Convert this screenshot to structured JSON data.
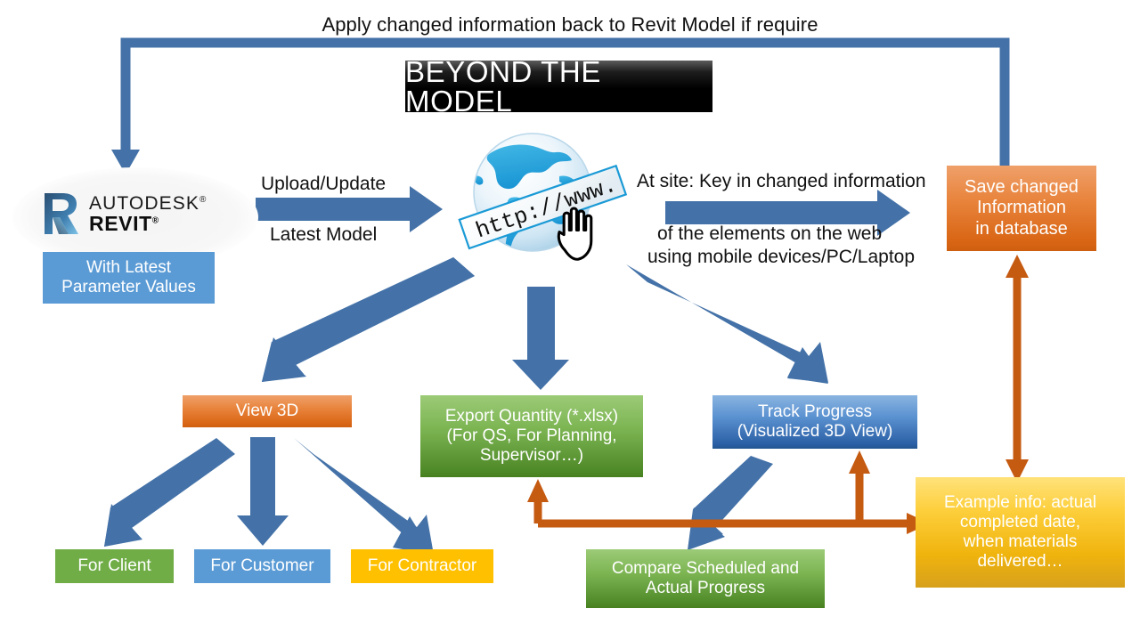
{
  "top_caption": "Apply changed information back to Revit Model if require",
  "title": "BEYOND THE MODEL",
  "revit": {
    "brand_line1": "AUTODESK",
    "brand_line2": "REVIT",
    "registered_mark": "®",
    "mark_letter": "R",
    "icon": "revit-logo-icon"
  },
  "boxes": {
    "params": "With Latest\nParameter Values",
    "params_lines": [
      "With Latest",
      "Parameter Values"
    ],
    "save": "Save changed\nInformation\nin database",
    "save_lines": [
      "Save changed",
      "Information",
      "in database"
    ],
    "view3d": "View 3D",
    "export_lines": [
      "Export Quantity (*.xlsx)",
      "(For QS, For Planning,",
      "Supervisor…)"
    ],
    "track_lines": [
      "Track Progress",
      "(Visualized 3D View)"
    ],
    "client": "For Client",
    "customer": "For Customer",
    "contractor": "For Contractor",
    "compare_lines": [
      "Compare Scheduled and",
      "Actual Progress"
    ],
    "example_lines": [
      "Example info: actual",
      "completed date,",
      "when materials",
      "delivered…"
    ]
  },
  "labels": {
    "upload": "Upload/Update",
    "latest_model": "Latest Model",
    "at_site_1": "At site: Key in changed information",
    "at_site_2": "of the elements on the web",
    "at_site_3": "using mobile devices/PC/Laptop"
  },
  "globe": {
    "banner_text": "http://www.",
    "icon": "globe-www-cursor-icon"
  },
  "colors": {
    "blue_arrow": "#4472a8",
    "blue_arrow_light": "#4f81bd",
    "orange_arrow": "#c55a11",
    "blue_flat": "#5b9bd5",
    "green_flat": "#70ad47",
    "amber_flat": "#ffc000",
    "orange_gradient": "#e8833b",
    "green_gradient": "#7db553",
    "blue_gradient": "#5d94d2",
    "gold_gradient": "#fdcf3c",
    "title_background": "#000000",
    "title_text": "#ffffff"
  },
  "arrows": [
    {
      "name": "feedback-to-revit",
      "from": "Save changed Information in database",
      "to": "Autodesk Revit",
      "color": "#4472a8",
      "style": "elbow"
    },
    {
      "name": "revit-to-web",
      "from": "Autodesk Revit",
      "to": "Web globe",
      "color": "#4472a8",
      "style": "straight-right"
    },
    {
      "name": "web-to-save",
      "from": "Web globe",
      "to": "Save changed Information in database",
      "color": "#4472a8",
      "style": "straight-right"
    },
    {
      "name": "web-to-view3d",
      "from": "Web globe",
      "to": "View 3D",
      "color": "#4472a8",
      "style": "diagonal"
    },
    {
      "name": "web-to-export",
      "from": "Web globe",
      "to": "Export Quantity (*.xlsx)",
      "color": "#4472a8",
      "style": "straight-down"
    },
    {
      "name": "web-to-track",
      "from": "Web globe",
      "to": "Track Progress",
      "color": "#4472a8",
      "style": "diagonal"
    },
    {
      "name": "view3d-to-client",
      "from": "View 3D",
      "to": "For Client",
      "color": "#4472a8",
      "style": "diagonal"
    },
    {
      "name": "view3d-to-customer",
      "from": "View 3D",
      "to": "For Customer",
      "color": "#4472a8",
      "style": "straight-down"
    },
    {
      "name": "view3d-to-contractor",
      "from": "View 3D",
      "to": "For Contractor",
      "color": "#4472a8",
      "style": "diagonal"
    },
    {
      "name": "track-to-compare",
      "from": "Track Progress",
      "to": "Compare Scheduled and Actual Progress",
      "color": "#4472a8",
      "style": "diagonal"
    },
    {
      "name": "example-to-export",
      "from": "Example info",
      "to": "Export Quantity (*.xlsx)",
      "color": "#c55a11",
      "style": "elbow"
    },
    {
      "name": "example-to-track",
      "from": "Example info",
      "to": "Track Progress",
      "color": "#c55a11",
      "style": "elbow"
    },
    {
      "name": "save-to-example",
      "from": "Save changed Information in database",
      "to": "Example info",
      "color": "#c55a11",
      "style": "double-headed-vertical"
    }
  ]
}
